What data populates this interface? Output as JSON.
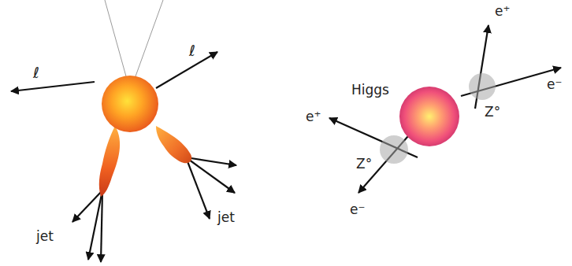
{
  "diagram": {
    "nodes": [
      {
        "text": [
          "Higgs"
        ]
      },
      {
        "text": [
          "Z°"
        ]
      },
      {
        "text": [
          "Z°"
        ]
      }
    ],
    "labels": [
      "ℓ",
      "ℓ",
      "jet",
      "jet",
      "e⁺",
      "e⁻",
      "e⁺",
      "e⁻"
    ]
  }
}
